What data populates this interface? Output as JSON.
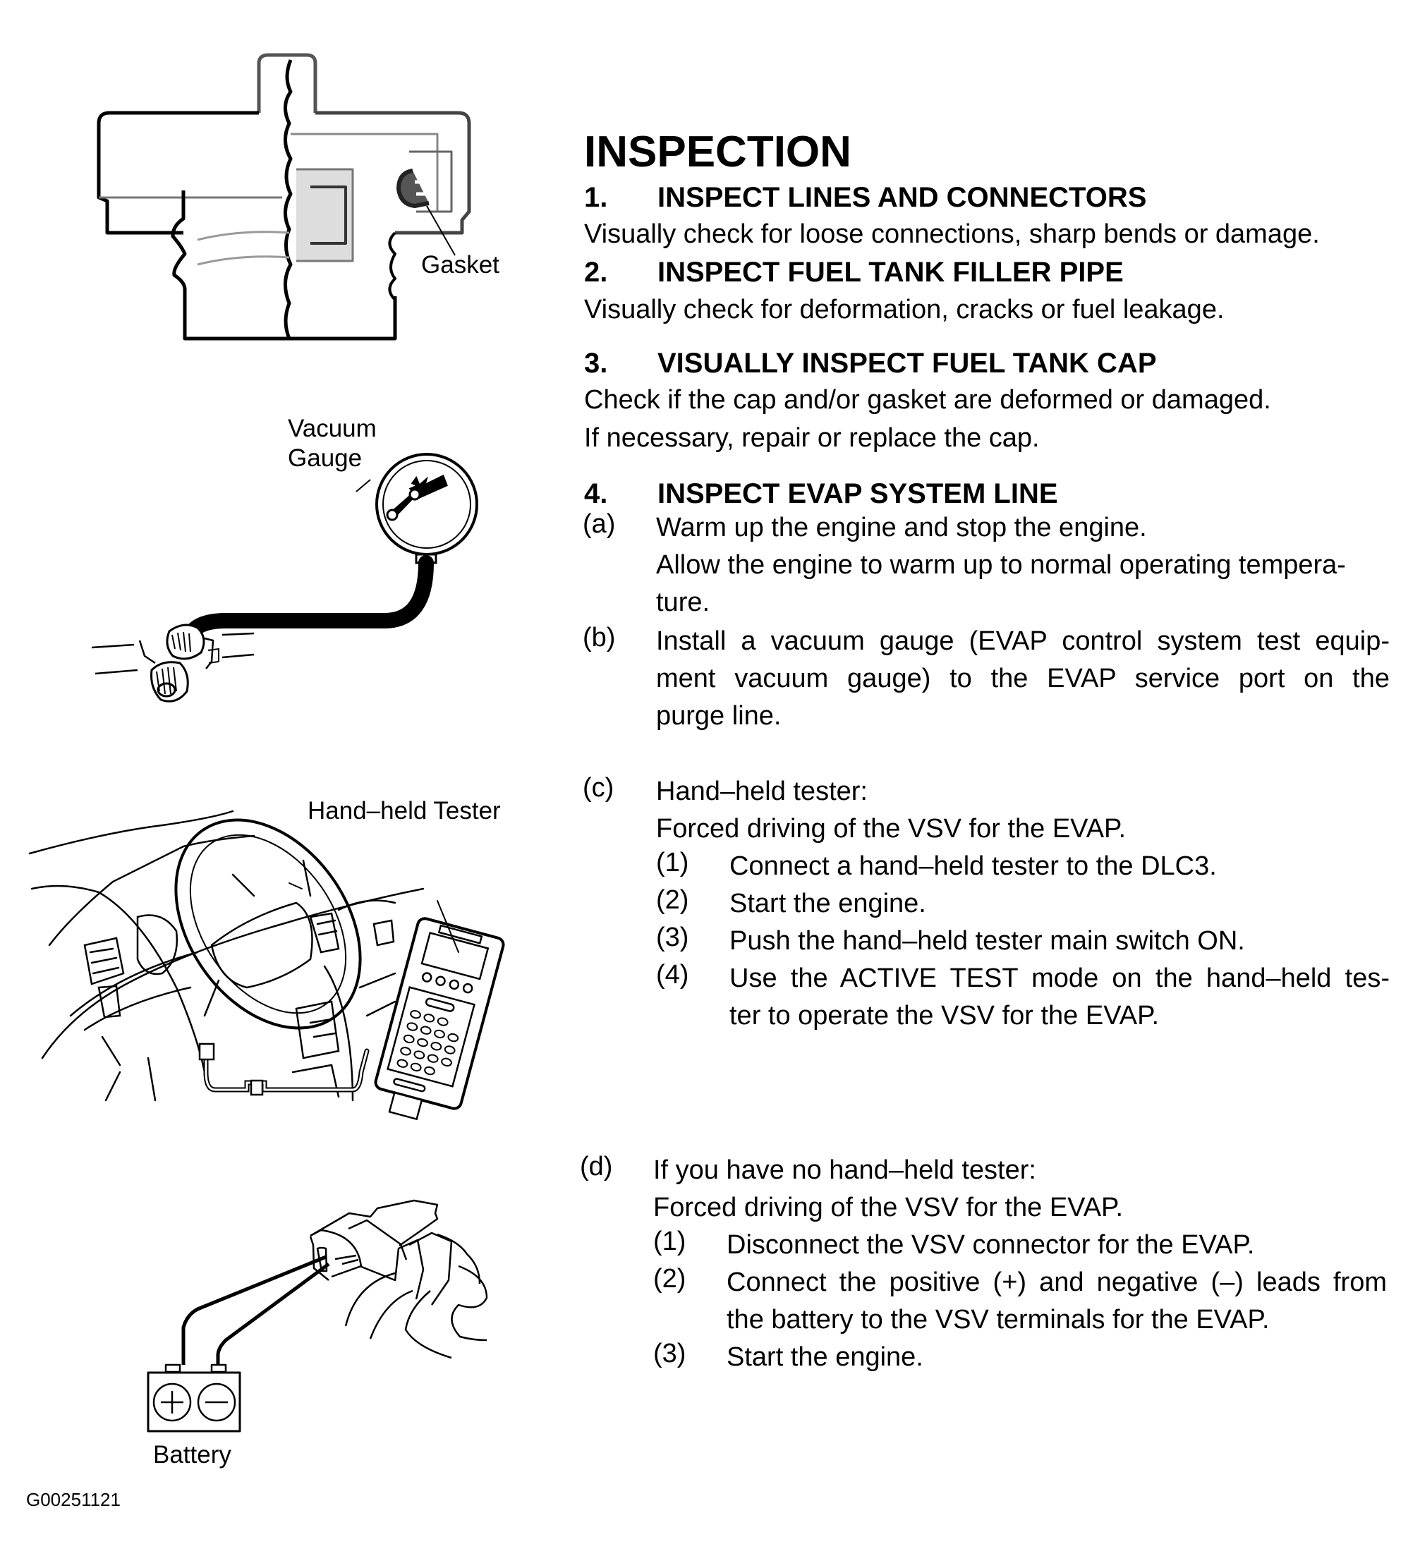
{
  "document": {
    "title": "INSPECTION",
    "figure_code": "G00251121"
  },
  "figures": {
    "cap": {
      "label": "Gasket"
    },
    "gauge": {
      "label_line1": "Vacuum",
      "label_line2": "Gauge"
    },
    "tester": {
      "label": "Hand–held Tester"
    },
    "battery": {
      "label": "Battery",
      "plus": "+",
      "minus": "−"
    }
  },
  "sections": [
    {
      "num": "1.",
      "heading": "INSPECT LINES AND CONNECTORS",
      "lines": [
        "Visually check for loose connections, sharp bends or damage."
      ]
    },
    {
      "num": "2.",
      "heading": "INSPECT FUEL TANK FILLER PIPE",
      "lines": [
        "Visually check for deformation, cracks or fuel leakage."
      ]
    },
    {
      "num": "3.",
      "heading": "VISUALLY INSPECT FUEL TANK CAP",
      "lines": [
        "Check if the cap and/or gasket are deformed or damaged.",
        "If necessary, repair or replace the cap."
      ]
    },
    {
      "num": "4.",
      "heading": "INSPECT EVAP SYSTEM LINE",
      "steps": [
        {
          "mark": "(a)",
          "lines": [
            "Warm up the engine and stop the engine.",
            "Allow the engine to warm up to normal operating tempera-",
            "ture."
          ]
        },
        {
          "mark": "(b)",
          "lines": [
            "Install a vacuum gauge (EVAP control system test equip-",
            "ment vacuum gauge) to the EVAP service port on the",
            "purge line."
          ]
        },
        {
          "mark": "(c)",
          "lines": [
            "Hand–held tester:",
            "Forced driving of the VSV for the EVAP."
          ],
          "substeps": [
            {
              "mark": "(1)",
              "lines": [
                "Connect a hand–held tester to the DLC3."
              ]
            },
            {
              "mark": "(2)",
              "lines": [
                "Start the engine."
              ]
            },
            {
              "mark": "(3)",
              "lines": [
                "Push the hand–held tester main switch ON."
              ]
            },
            {
              "mark": "(4)",
              "lines": [
                "Use the ACTIVE TEST mode on the hand–held tes-",
                "ter to operate the VSV for the EVAP."
              ]
            }
          ]
        },
        {
          "mark": "(d)",
          "lines": [
            "If you have no hand–held tester:",
            "Forced driving of the VSV for the EVAP."
          ],
          "substeps": [
            {
              "mark": "(1)",
              "lines": [
                "Disconnect the VSV connector for the EVAP."
              ]
            },
            {
              "mark": "(2)",
              "lines": [
                "Connect the positive (+) and negative (–) leads from",
                "the battery to the VSV terminals for the EVAP."
              ]
            },
            {
              "mark": "(3)",
              "lines": [
                "Start the engine."
              ]
            }
          ]
        }
      ]
    }
  ]
}
